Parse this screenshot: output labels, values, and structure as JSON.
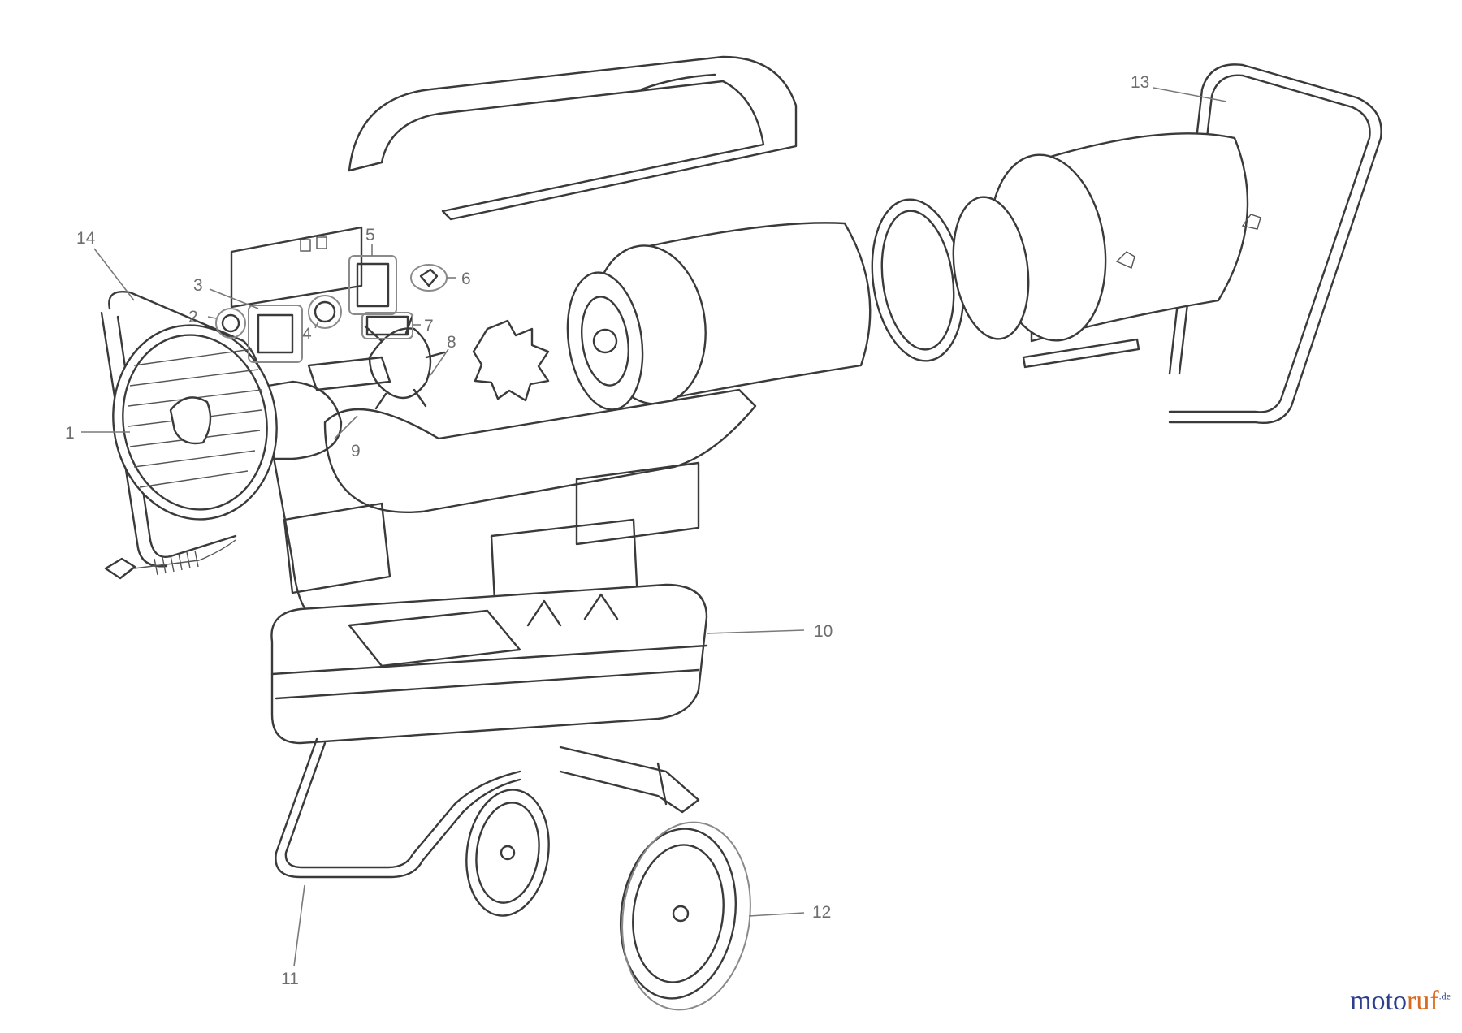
{
  "callouts": [
    "1",
    "2",
    "3",
    "4",
    "5",
    "6",
    "7",
    "8",
    "9",
    "10",
    "11",
    "12",
    "13",
    "14"
  ],
  "logo": {
    "part1": "moto",
    "part2": "ruf",
    "part3": ".de"
  },
  "colors": {
    "line": "#3a3a3a",
    "callout": "#6e6e6e",
    "logo_blue": "#2c3e8c",
    "logo_orange": "#d96a1d"
  }
}
